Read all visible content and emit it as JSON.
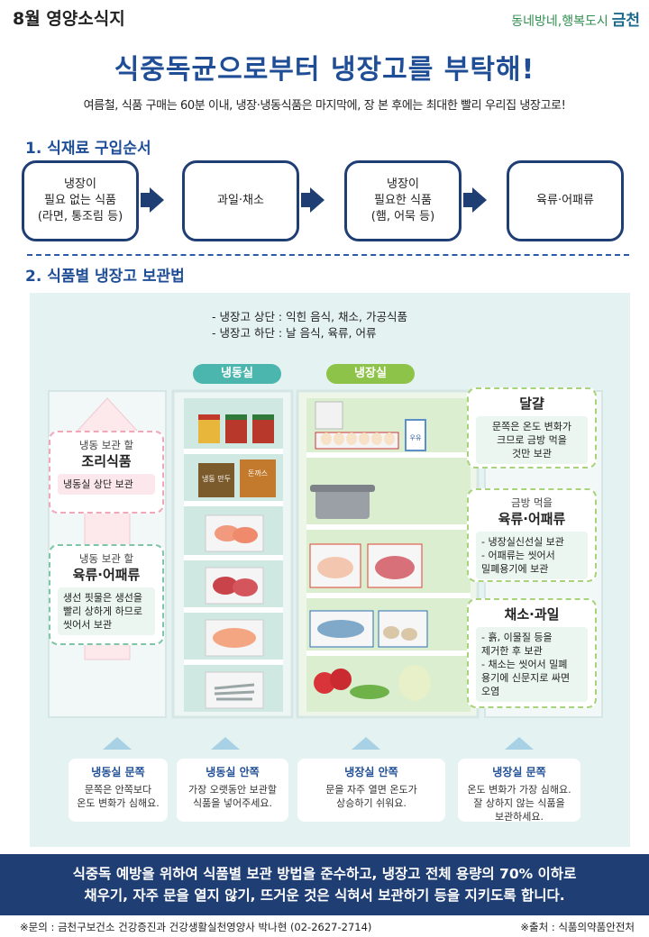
{
  "header": {
    "month_label": "8월 영양소식지",
    "logo_slogan": "동네방네,행복도시",
    "logo_city": "금천"
  },
  "title": "식중독균으로부터 냉장고를 부탁해!",
  "subtitle": "여름철, 식품 구매는 60분 이내, 냉장·냉동식품은 마지막에, 장 본 후에는 최대한 빨리 우리집 냉장고로!",
  "section1": {
    "heading": "1. 식재료 구입순서",
    "steps": [
      "냉장이\n필요 없는 식품\n(라면, 통조림 등)",
      "과일·채소",
      "냉장이\n필요한 식품\n(햄, 어묵 등)",
      "육류·어패류"
    ]
  },
  "section2": {
    "heading": "2. 식품별 냉장고 보관법",
    "zones_text": "- 냉장고 상단 : 익힌 음식, 채소, 가공식품\n- 냉장고 하단 : 날 음식, 육류, 어류",
    "tag_freezer": "냉동실",
    "tag_fridge": "냉장실",
    "left_cards": [
      {
        "small": "냉동 보관 할",
        "title": "조리식품",
        "body": "냉동실 상단 보관"
      },
      {
        "small": "냉동 보관 할",
        "title": "육류·어패류",
        "body": "생선 핏물은 생선을\n빨리 상하게 하므로\n씻어서 보관"
      }
    ],
    "right_cards": [
      {
        "small": "",
        "title": "달걀",
        "body": "문쪽은 온도 변화가\n크므로 금방 먹을\n것만 보관"
      },
      {
        "small": "금방 먹을",
        "title": "육류·어패류",
        "body": "- 냉장실신선실 보관\n- 어패류는 씻어서\n  밀폐용기에 보관"
      },
      {
        "small": "",
        "title": "채소·과일",
        "body": "- 흙, 이물질 등을\n  제거한 후 보관\n- 채소는 씻어서 밀폐\n  용기에 신문지로 싸면\n  오염"
      }
    ],
    "fridge_labels": {
      "left_box": "냉동 만두",
      "right_box": "돈까스",
      "milk": "우유"
    },
    "bottom_cards": [
      {
        "head": "냉동실 문쪽",
        "text": "문쪽은 안쪽보다\n온도 변화가 심해요."
      },
      {
        "head": "냉동실 안쪽",
        "text": "가장 오랫동안 보관할\n식품을 넣어주세요."
      },
      {
        "head": "냉장실 안쪽",
        "text": "문을 자주 열면 온도가\n상승하기 쉬워요."
      },
      {
        "head": "냉장실 문쪽",
        "text": "온도 변화가 가장 심해요.\n잘 상하지 않는 식품을\n보관하세요."
      }
    ]
  },
  "banner": "식중독 예방을 위하여 식품별 보관 방법을 준수하고, 냉장고 전체 용량의 70% 이하로\n채우기,  자주 문을 열지 않기, 뜨거운 것은 식혀서 보관하기 등을 지키도록 합니다.",
  "footer": {
    "contact": "※문의 : 금천구보건소 건강증진과 건강생활실천영양사 박나현 (02-2627-2714)",
    "source": "※출처 : 식품의약품안전처"
  },
  "colors": {
    "navy": "#1f3e73",
    "title_blue": "#1f4e96",
    "freezer_teal": "#4bb6ae",
    "fridge_green": "#8ec349",
    "panel_bg": "#e4f3f1"
  }
}
